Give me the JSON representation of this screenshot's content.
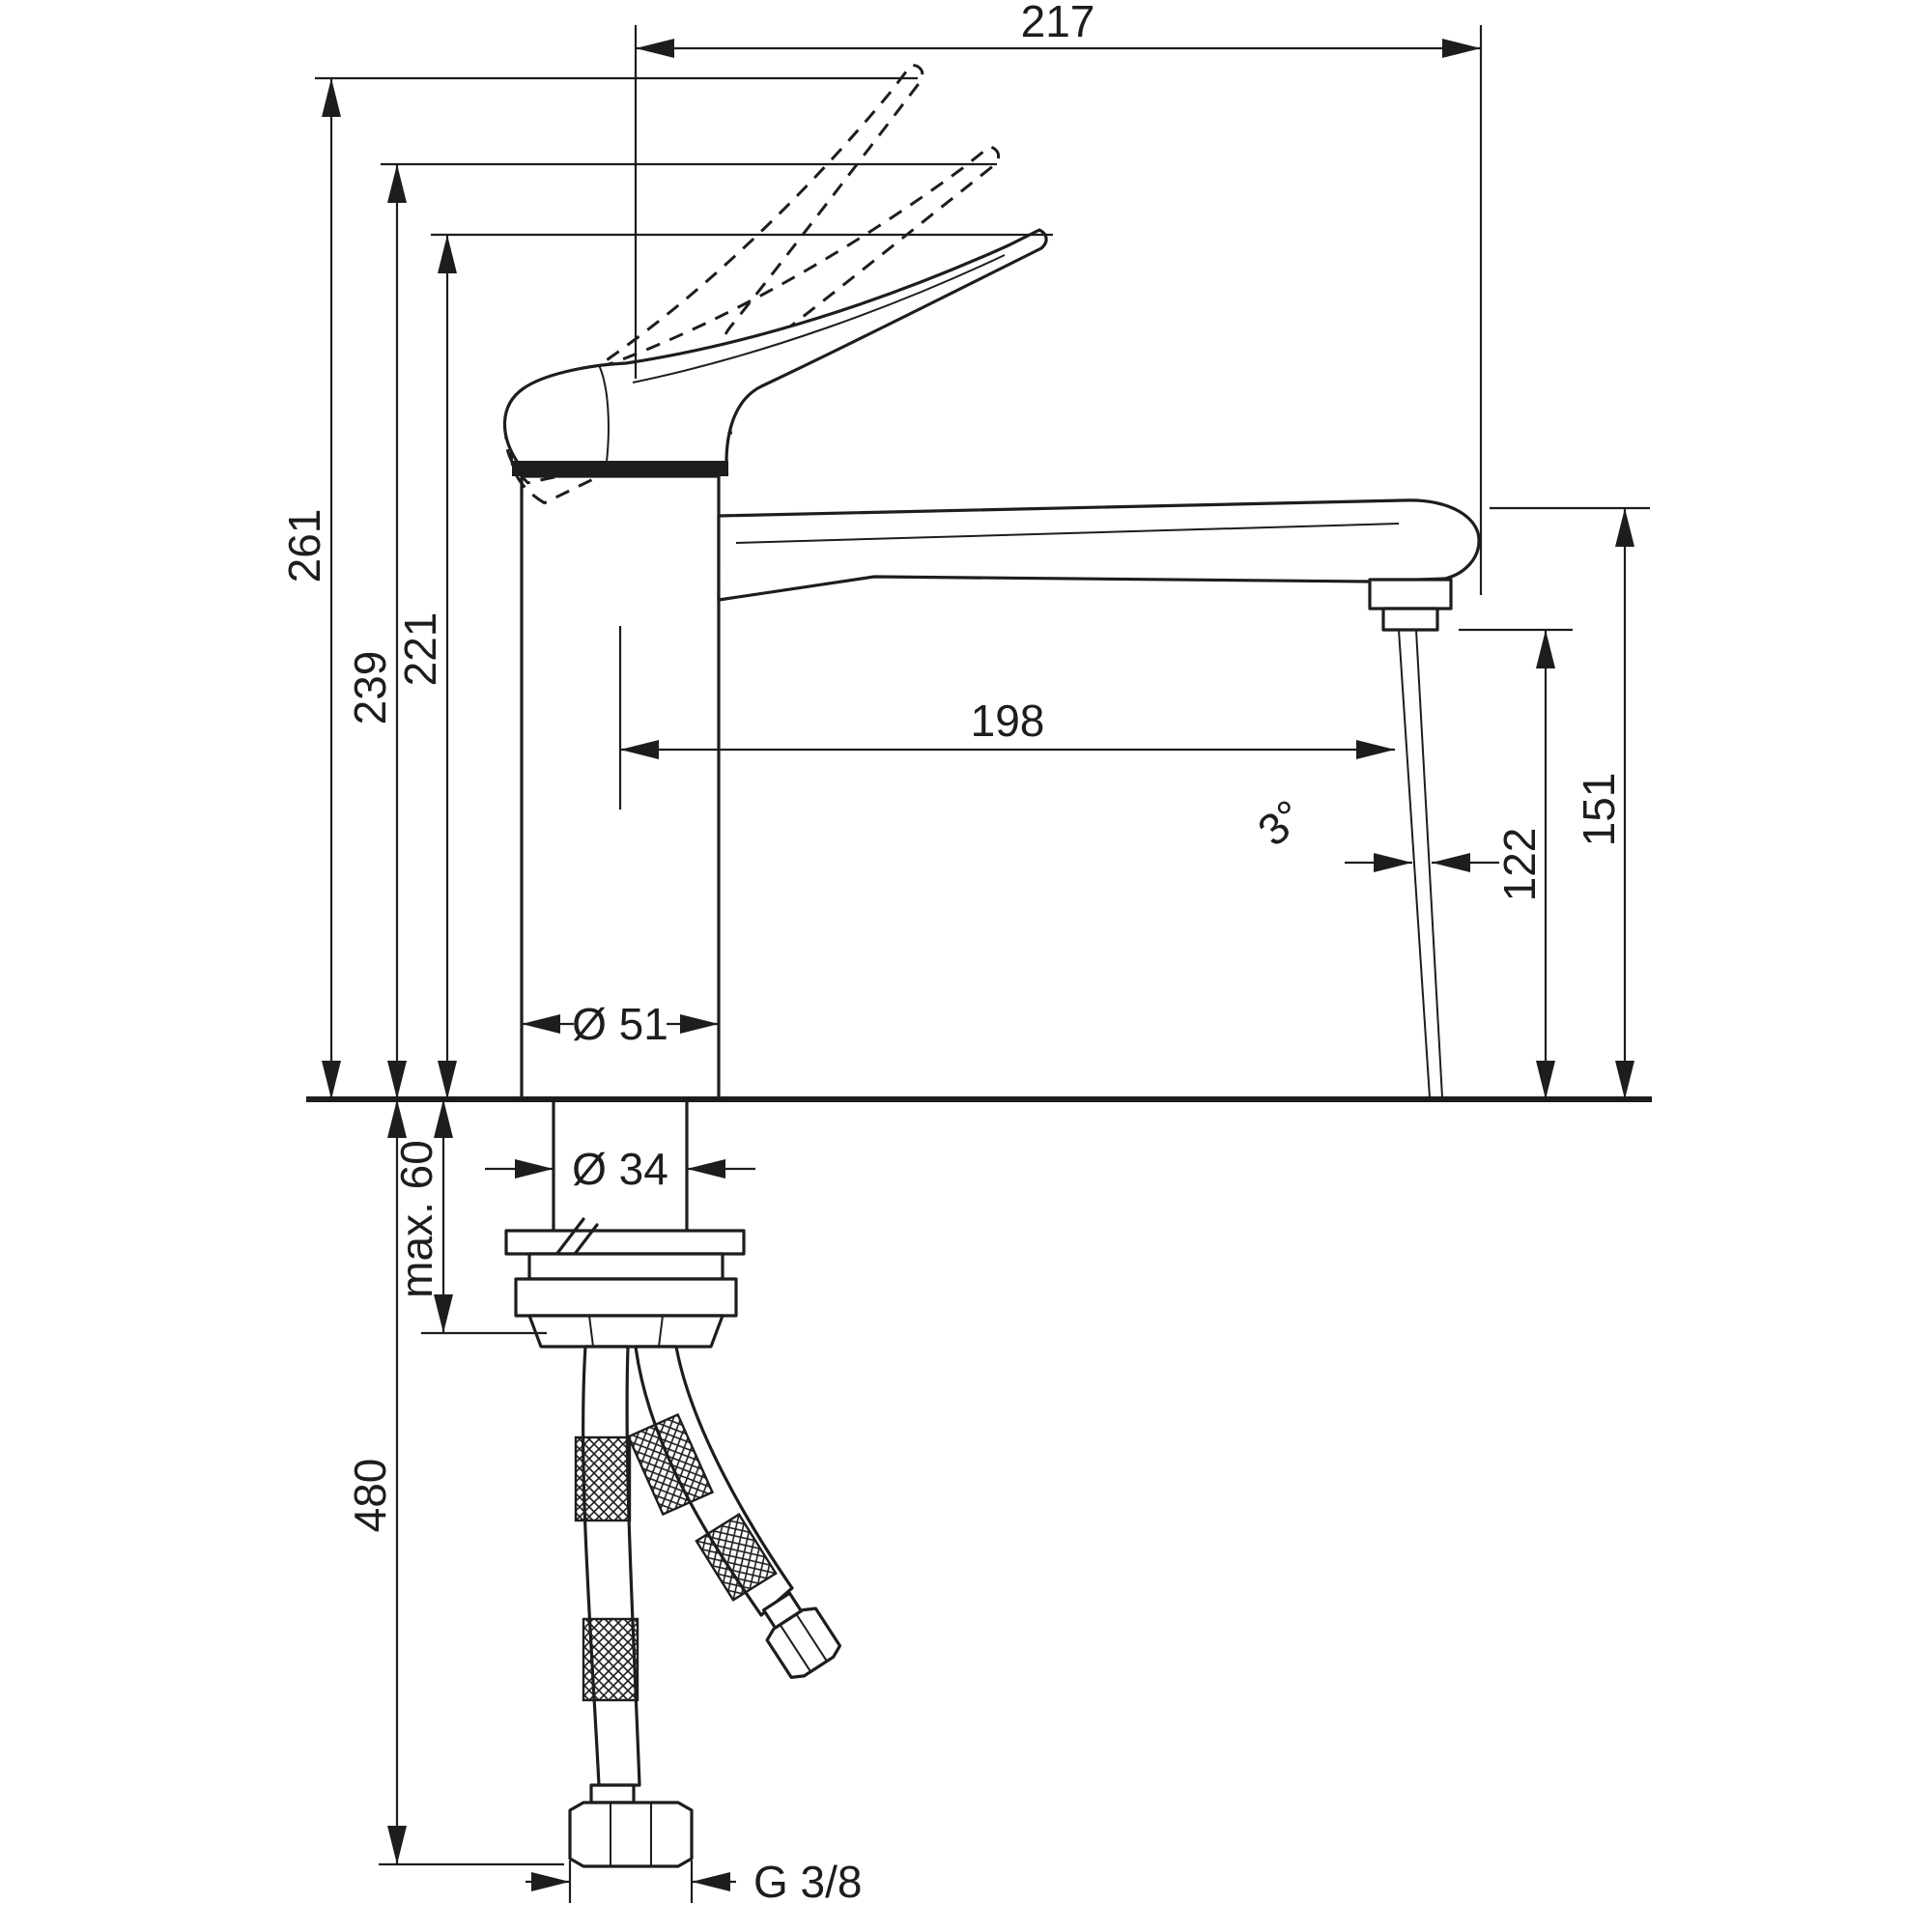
{
  "diagram": {
    "type": "faucet-dimensional-drawing",
    "line_color": "#1d1d1b",
    "background": "#ffffff",
    "dimensions": {
      "overall_depth": "217",
      "total_height": "261",
      "height_handle_mid": "239",
      "height_handle_rest": "221",
      "spout_reach": "198",
      "outlet_height": "122",
      "spout_top_height": "151",
      "body_diameter": "Ø 51",
      "shank_diameter": "Ø 34",
      "max_deck_thickness": "max. 60",
      "hose_length": "480",
      "stream_angle": "3°",
      "connection_thread": "G 3/8"
    }
  }
}
